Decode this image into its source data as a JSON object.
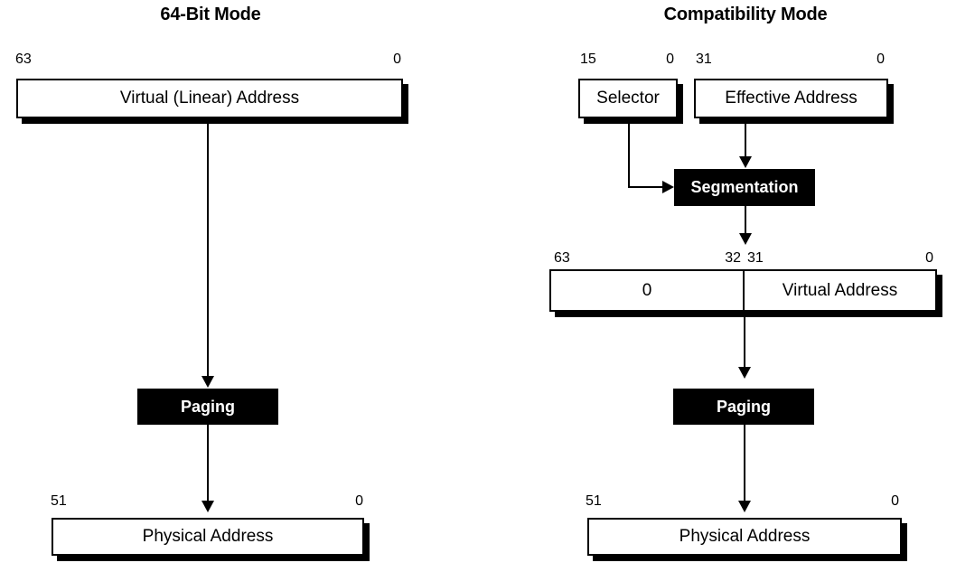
{
  "colors": {
    "ink": "#000000",
    "paper": "#ffffff"
  },
  "left": {
    "title": "64-Bit Mode",
    "virtual_box": {
      "bit_high": "63",
      "bit_low": "0",
      "label": "Virtual (Linear) Address"
    },
    "paging_label": "Paging",
    "physical_box": {
      "bit_high": "51",
      "bit_low": "0",
      "label": "Physical Address"
    }
  },
  "right": {
    "title": "Compatibility Mode",
    "selector_box": {
      "bit_high": "15",
      "bit_low": "0",
      "label": "Selector"
    },
    "effective_box": {
      "bit_high": "31",
      "bit_low": "0",
      "label": "Effective Address"
    },
    "segmentation_label": "Segmentation",
    "extended_box": {
      "bit_high": "63",
      "bit_mid_high": "32",
      "bit_mid_low": "31",
      "bit_low": "0",
      "upper_label": "0",
      "lower_label": "Virtual Address"
    },
    "paging_label": "Paging",
    "physical_box": {
      "bit_high": "51",
      "bit_low": "0",
      "label": "Physical Address"
    }
  }
}
